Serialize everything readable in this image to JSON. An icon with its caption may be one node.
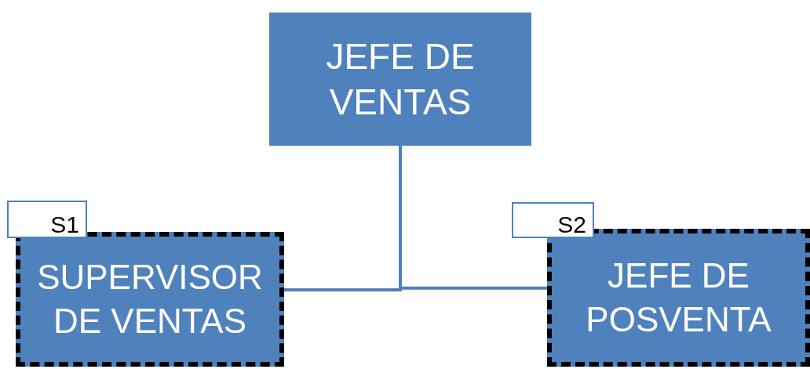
{
  "diagram": {
    "nodes": [
      {
        "text": [
          "JEFE DE VENTAS"
        ]
      },
      {
        "text": [
          "SUPERVISOR DE VENTAS"
        ]
      },
      {
        "text": [
          "JEFE DE POSVENTA"
        ]
      },
      {
        "text": [
          "S1"
        ]
      },
      {
        "text": [
          "S2"
        ]
      }
    ],
    "edges": [
      {
        "from": 0,
        "to": 1,
        "arrow": "none"
      },
      {
        "from": 0,
        "to": 2,
        "arrow": "none"
      }
    ]
  }
}
